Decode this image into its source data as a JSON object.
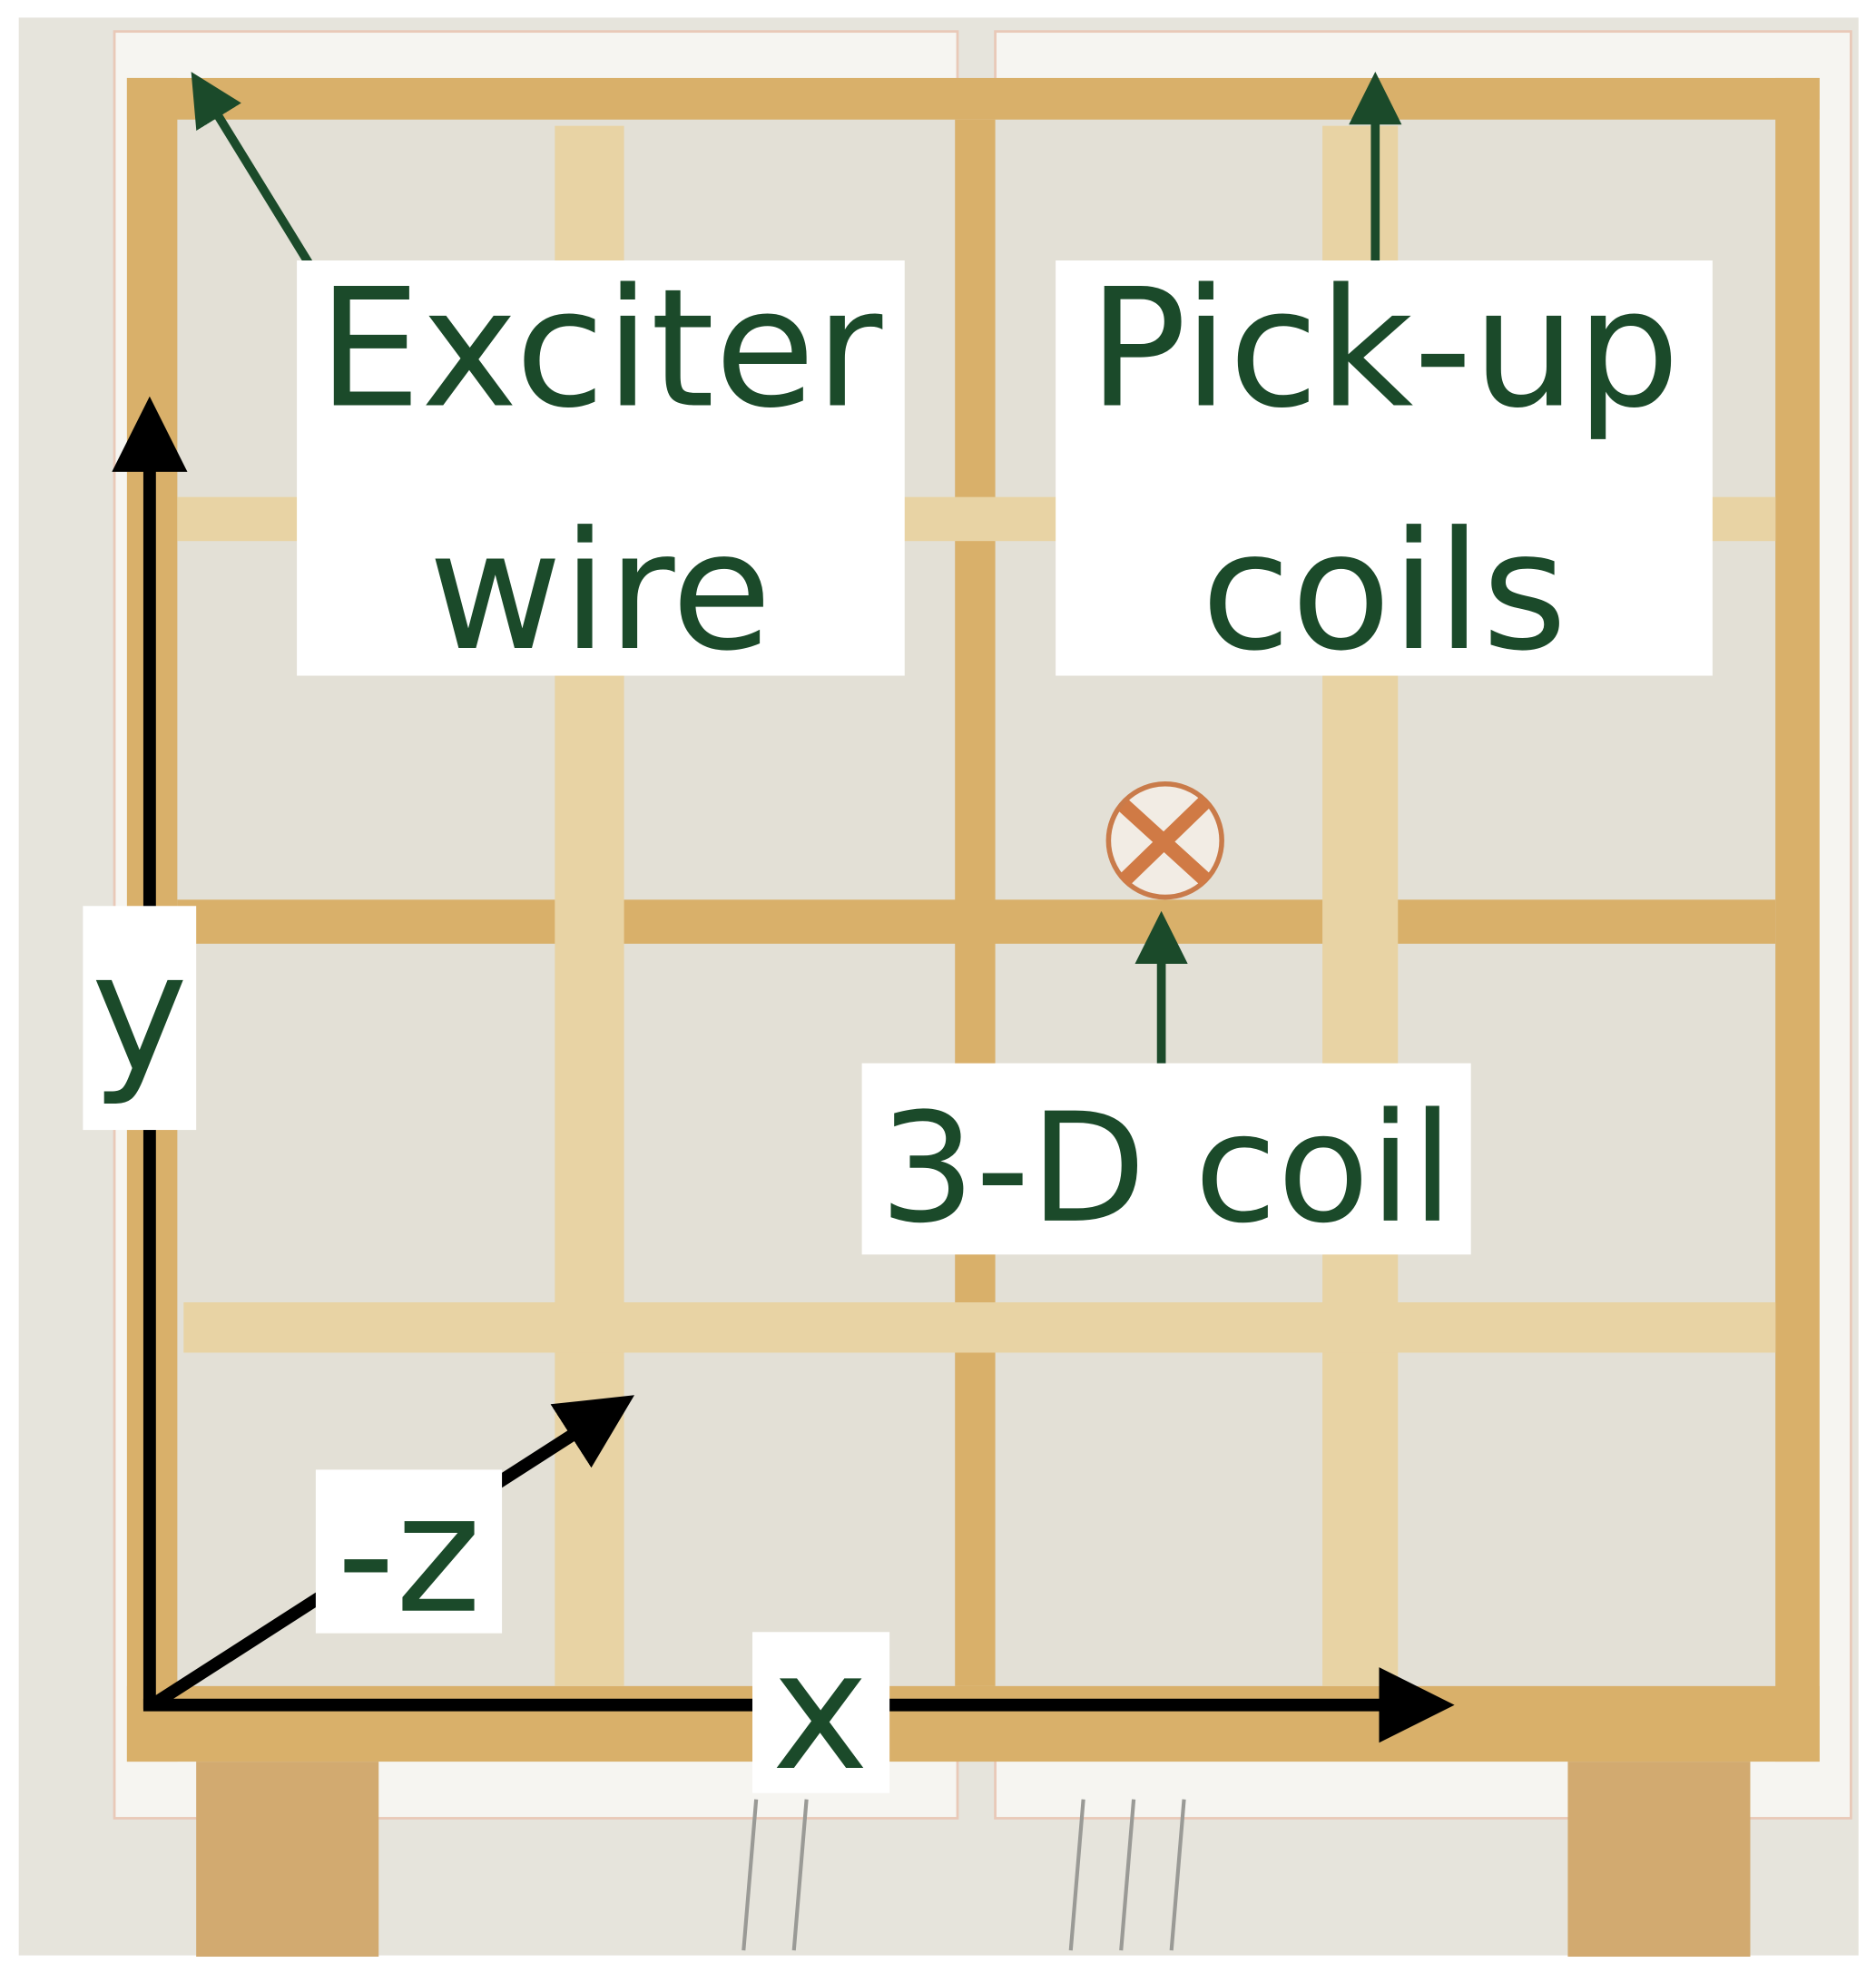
{
  "labels": {
    "exciter_line1": "Exciter",
    "exciter_line2": "wire",
    "pickup_line1": "Pick-up",
    "pickup_line2": "coils",
    "coil3d": "3-D coil",
    "axis_y": "y",
    "axis_x": "x",
    "axis_z": "-z"
  },
  "colors": {
    "label_text": "#1b4a2a",
    "arrow_green": "#1b4a2a",
    "wood": "#d9b06a",
    "background": "#e6e4dc"
  }
}
